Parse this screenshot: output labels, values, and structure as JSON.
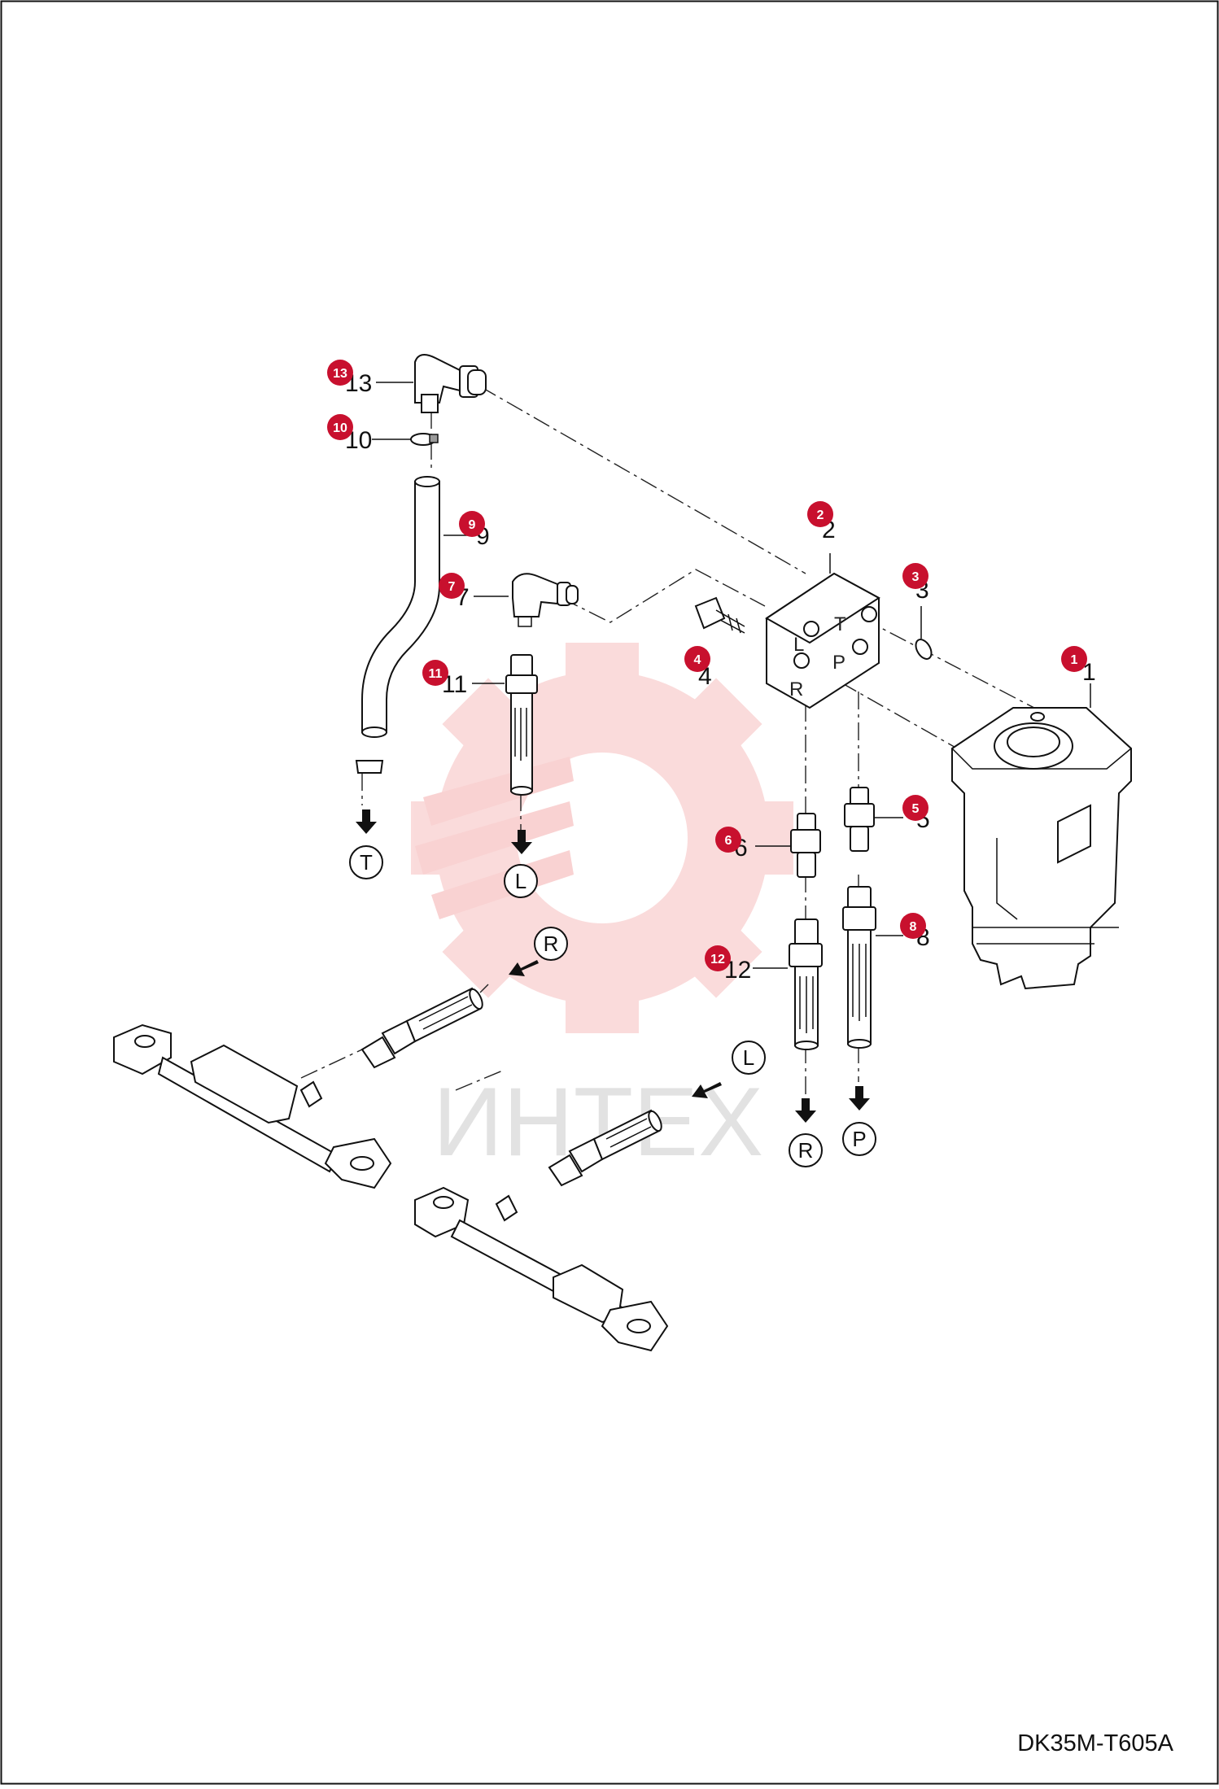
{
  "drawing_code": "DK35M-T605A",
  "watermark": {
    "text": "ИНТЕХ",
    "color": "#f4b8b8",
    "gear_color": "#f9d0d0"
  },
  "callout_color": "#c8102e",
  "callouts": [
    {
      "id": "13",
      "part_label": "13"
    },
    {
      "id": "10",
      "part_label": "10"
    },
    {
      "id": "9",
      "part_label": "9"
    },
    {
      "id": "7",
      "part_label": "7"
    },
    {
      "id": "11",
      "part_label": "11"
    },
    {
      "id": "2",
      "part_label": "2"
    },
    {
      "id": "3",
      "part_label": "3"
    },
    {
      "id": "4",
      "part_label": "4"
    },
    {
      "id": "1",
      "part_label": "1"
    },
    {
      "id": "5",
      "part_label": "5"
    },
    {
      "id": "6",
      "part_label": "6"
    },
    {
      "id": "8",
      "part_label": "8"
    },
    {
      "id": "12",
      "part_label": "12"
    }
  ],
  "port_circles": [
    "T",
    "L",
    "R",
    "R",
    "P",
    "L"
  ],
  "plate_letters": [
    "L",
    "T",
    "R",
    "P"
  ]
}
